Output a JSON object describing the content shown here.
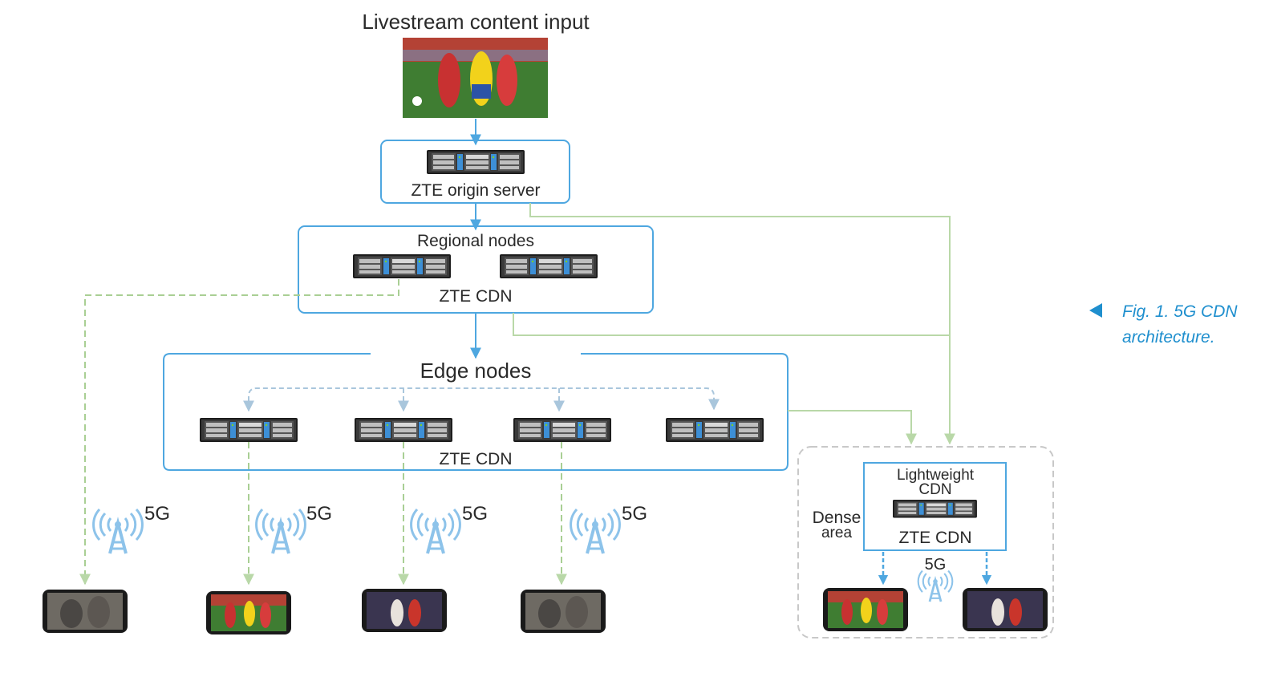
{
  "title": "Livestream content input",
  "origin": {
    "label": "ZTE origin server"
  },
  "regional": {
    "title": "Regional nodes",
    "cdn_label": "ZTE CDN"
  },
  "edge": {
    "title": "Edge nodes",
    "cdn_label": "ZTE CDN"
  },
  "dense_area": {
    "label_line1": "Dense",
    "label_line2": "area",
    "lightweight_line1": "Lightweight",
    "lightweight_line2": "CDN",
    "cdn_label": "ZTE CDN",
    "network": "5G"
  },
  "towers": [
    "5G",
    "5G",
    "5G",
    "5G"
  ],
  "caption": {
    "line1": "Fig. 1. 5G CDN",
    "line2": "architecture."
  },
  "colors": {
    "blue_arrow": "#4ea7e0",
    "box_border": "#4ea7e0",
    "green_line": "#b9d8a8",
    "dashed_green": "#a9cf94",
    "light_blue_dashed": "#a9c6dc",
    "dense_border": "#c8c8c8",
    "tower": "#8dc3ea",
    "caption": "#1f8fce"
  }
}
